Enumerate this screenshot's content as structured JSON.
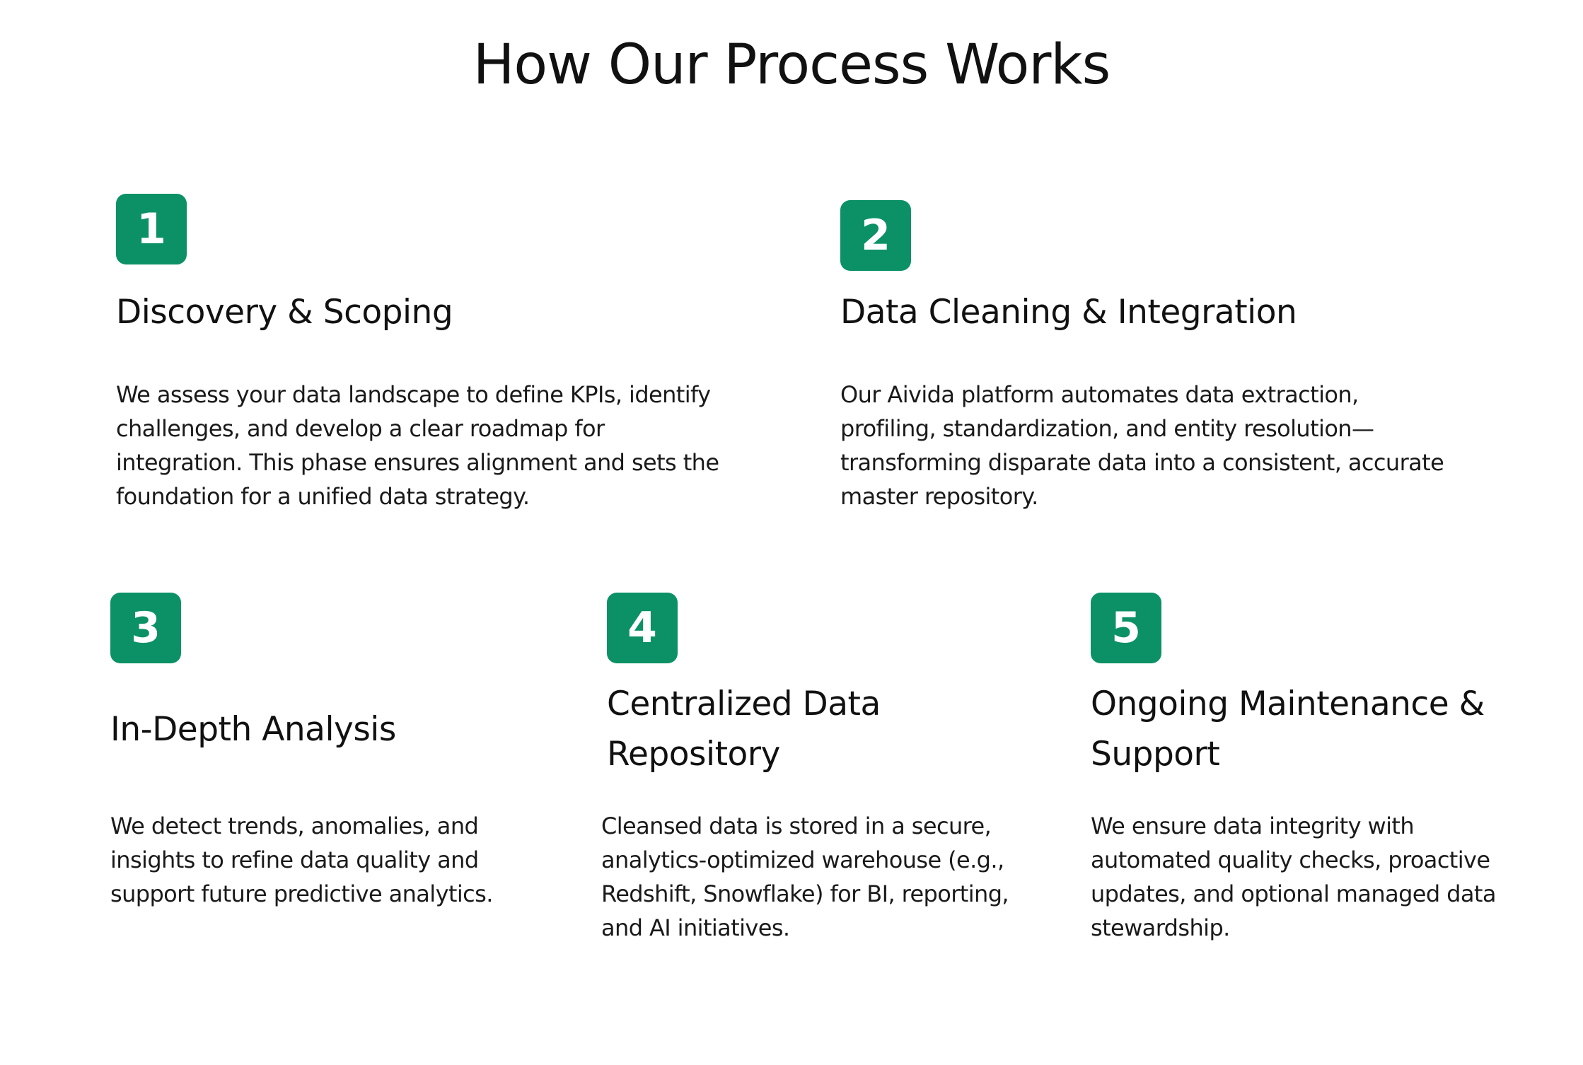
{
  "page": {
    "title": "How Our Process Works",
    "accent_color": "#0b9165",
    "text_color": "#111111",
    "background_color": "#ffffff"
  },
  "steps": [
    {
      "number": "1",
      "title": "Discovery & Scoping",
      "description": "We assess your data landscape to define KPIs, identify challenges, and develop a clear roadmap for integration. This phase ensures alignment and sets the foundation for a unified data strategy."
    },
    {
      "number": "2",
      "title": "Data Cleaning & Integration",
      "description": "Our Aivida platform automates data extraction, profiling, standardization, and entity resolution—transforming disparate data into a consistent, accurate master repository."
    },
    {
      "number": "3",
      "title": "In-Depth Analysis",
      "description": "We detect trends, anomalies, and insights to refine data quality and support future predictive analytics."
    },
    {
      "number": "4",
      "title": "Centralized Data Repository",
      "description": "Cleansed data is stored in a secure, analytics-optimized warehouse (e.g., Redshift, Snowflake) for BI, reporting, and AI initiatives."
    },
    {
      "number": "5",
      "title": "Ongoing Maintenance & Support",
      "description": "We ensure data integrity with automated quality checks, proactive updates, and optional managed data stewardship."
    }
  ]
}
